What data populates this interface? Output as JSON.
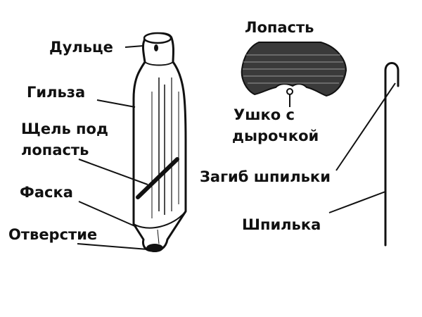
{
  "labels": {
    "dultse": "Дульце",
    "gilza": "Гильза",
    "shchel_line1": "Щель под",
    "shchel_line2": "лопасть",
    "faska": "Фаска",
    "otverstie": "Отверстие",
    "lopast": "Лопасть",
    "ushko_line1": "Ушко с",
    "ushko_line2": "дырочкой",
    "zagib": "Загиб шпильки",
    "shpilka": "Шпилька"
  },
  "colors": {
    "ink": "#111111",
    "paper": "#ffffff",
    "blade_fill": "#3a3a3a"
  }
}
